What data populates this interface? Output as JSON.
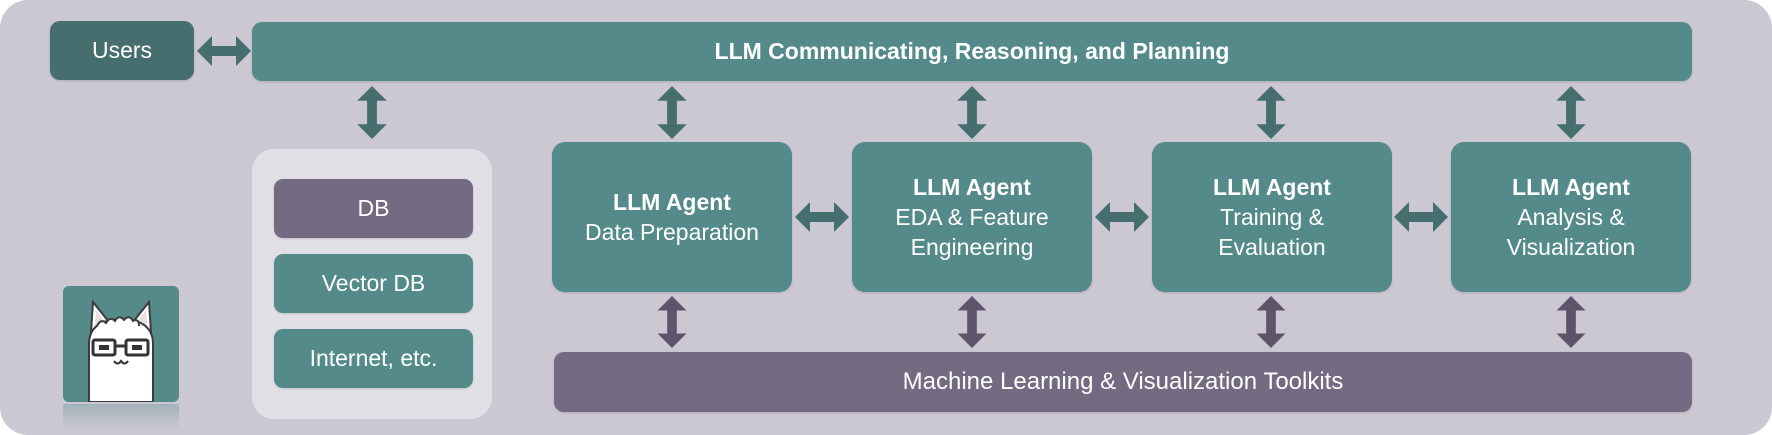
{
  "users": "Users",
  "llm_top": "LLM Communicating, Reasoning, and Planning",
  "stores": [
    "DB",
    "Vector DB",
    "Internet, etc."
  ],
  "agents": [
    {
      "title": "LLM Agent",
      "line1": "Data Preparation",
      "line2": ""
    },
    {
      "title": "LLM Agent",
      "line1": "EDA & Feature",
      "line2": "Engineering"
    },
    {
      "title": "LLM Agent",
      "line1": "Training &",
      "line2": "Evaluation"
    },
    {
      "title": "LLM Agent",
      "line1": "Analysis &",
      "line2": "Visualization"
    }
  ],
  "toolkits": "Machine Learning & Visualization Toolkits",
  "colors": {
    "background": "#cbc8d3",
    "teal": "#548a8a",
    "dark_teal": "#466e6f",
    "purple": "#726b82",
    "panel": "#e2e0e7"
  },
  "icons": [
    "double-arrow-icon",
    "llama-mascot-icon"
  ]
}
